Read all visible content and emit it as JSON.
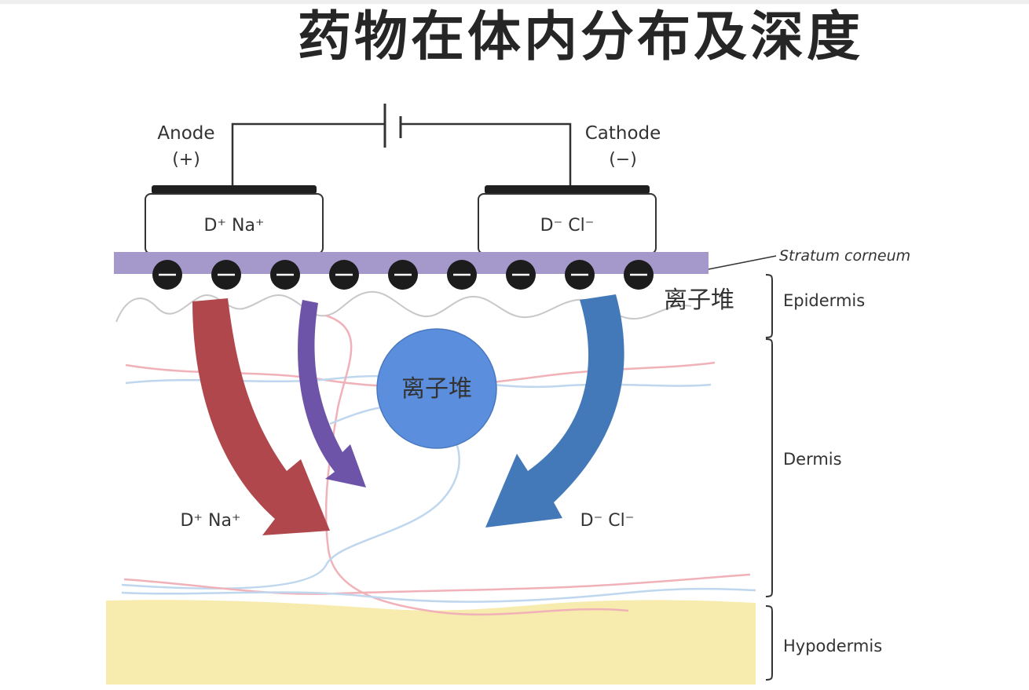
{
  "title": "药物在体内分布及深度",
  "circuit": {
    "anode_label": "Anode",
    "anode_sign": "(+)",
    "cathode_label": "Cathode",
    "cathode_sign": "(−)"
  },
  "electrodes": {
    "anode_ions": "D⁺ Na⁺",
    "cathode_ions": "D⁻ Cl⁻"
  },
  "skin_layers": {
    "stratum_corneum": "Stratum corneum",
    "epidermis": "Epidermis",
    "dermis": "Dermis",
    "hypodermis": "Hypodermis"
  },
  "annotations": {
    "ion_pile_right": "离子堆",
    "ion_pile_circle": "离子堆"
  },
  "flow_labels": {
    "anode_flow": "D⁺ Na⁺",
    "cathode_flow": "D⁻ Cl⁻"
  },
  "colors": {
    "stratum_corneum": "#a599cc",
    "anode_arrow": "#b0474c",
    "purple_arrow": "#6e54a8",
    "cathode_arrow": "#4379b9",
    "ion_circle": "#5b8fdd",
    "hypodermis": "#f7ebad",
    "vessel_red": "#f1b1b8",
    "vessel_blue": "#bfd7ee"
  }
}
